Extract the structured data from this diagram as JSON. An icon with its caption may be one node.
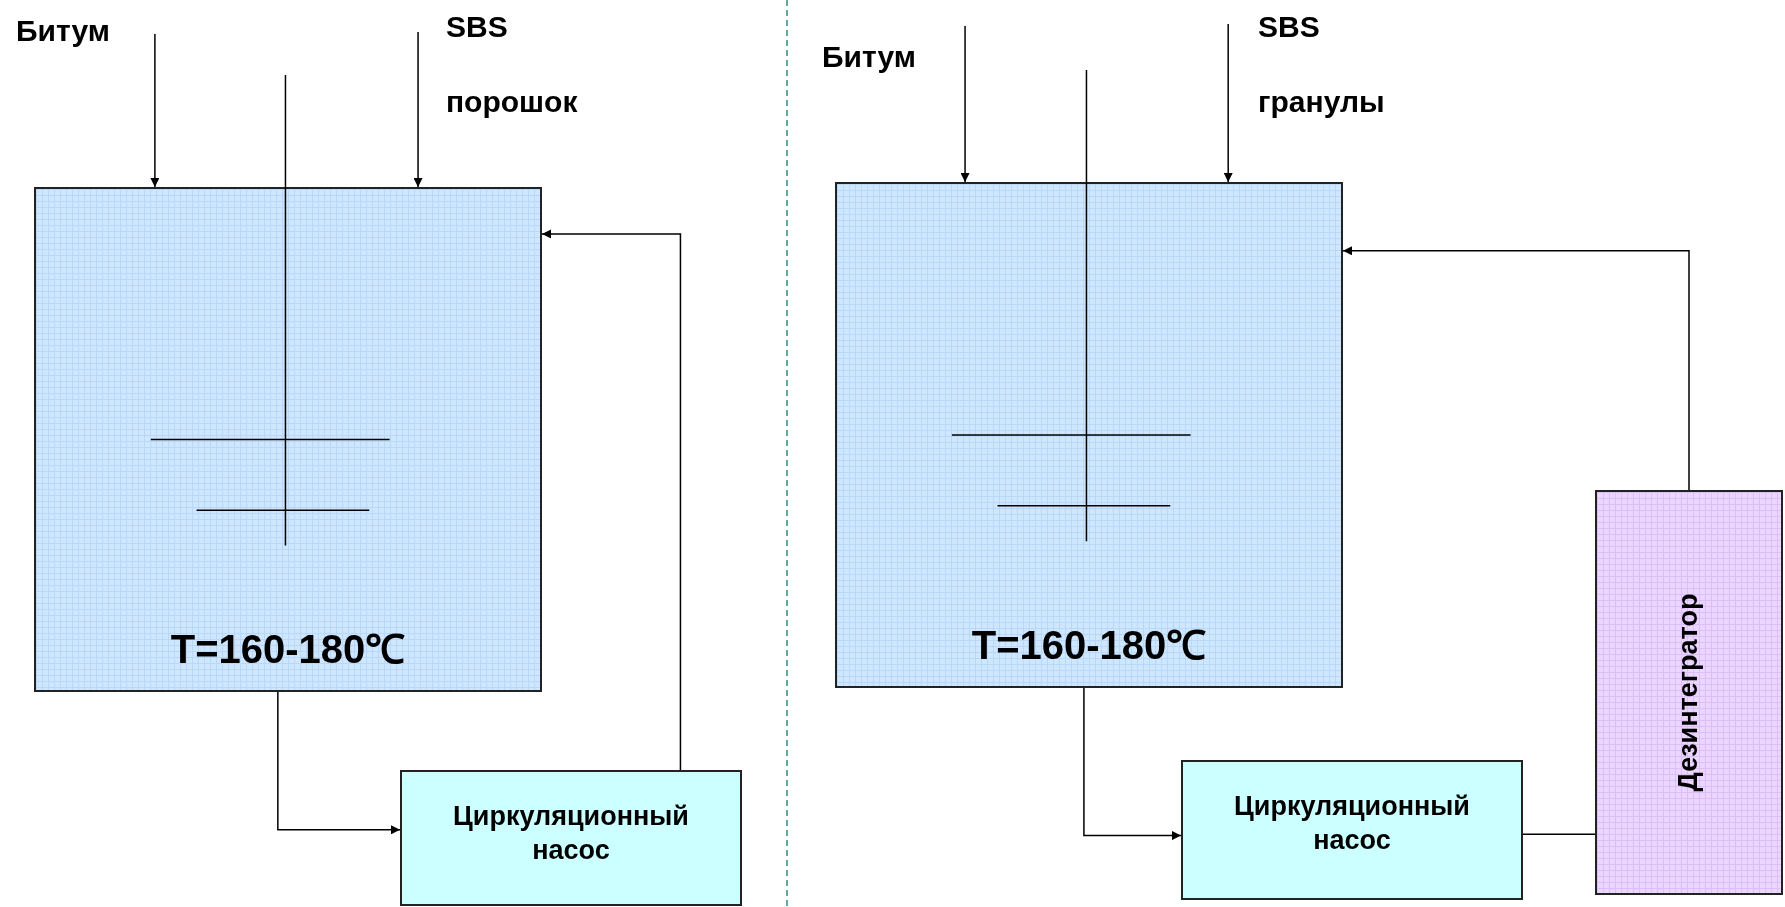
{
  "diagram": {
    "nodes": [
      {
        "text": [
          "Битум"
        ]
      },
      {
        "text": [
          "SBS",
          "порошок"
        ]
      },
      {
        "text": [
          "T=160-180℃"
        ]
      },
      {
        "text": [
          "Циркуляционный насос"
        ]
      },
      {
        "text": [
          "Битум"
        ]
      },
      {
        "text": [
          "SBS",
          "гранулы"
        ]
      },
      {
        "text": [
          "T=160-180℃"
        ]
      },
      {
        "text": [
          "Циркуляционный насос"
        ]
      },
      {
        "text": [
          "Дезинтегратор"
        ]
      }
    ],
    "edges": [
      {
        "from": 0,
        "to": 2,
        "arrow": "to"
      },
      {
        "from": 1,
        "to": 2,
        "arrow": "to"
      },
      {
        "from": 2,
        "to": 3,
        "arrow": "to"
      },
      {
        "from": 3,
        "to": 2,
        "arrow": "to"
      },
      {
        "from": 4,
        "to": 6,
        "arrow": "to"
      },
      {
        "from": 5,
        "to": 6,
        "arrow": "to"
      },
      {
        "from": 6,
        "to": 7,
        "arrow": "to"
      },
      {
        "from": 8,
        "to": 6,
        "arrow": "to"
      },
      {
        "from": 7,
        "to": 8,
        "arrow": "none"
      }
    ]
  }
}
